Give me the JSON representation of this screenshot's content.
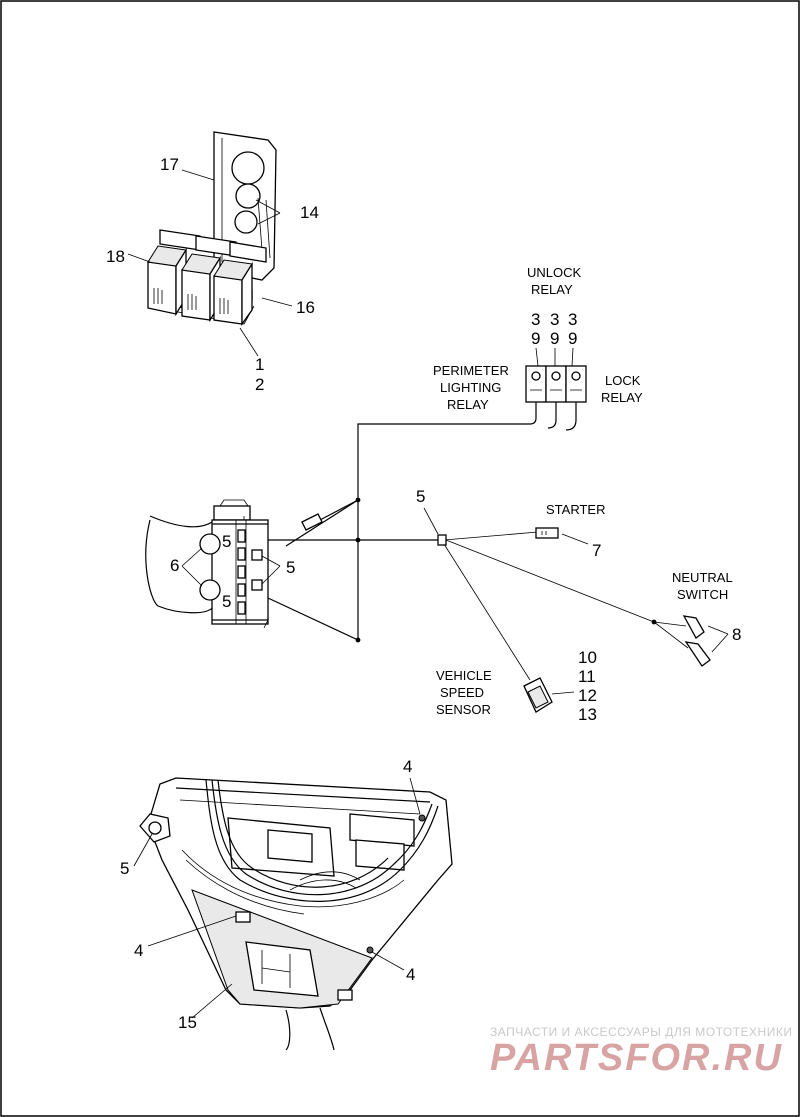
{
  "callouts": {
    "c17": "17",
    "c14": "14",
    "c18": "18",
    "c16": "16",
    "c1": "1",
    "c2": "2",
    "c3a": "3",
    "c9a": "9",
    "c3b": "3",
    "c9b": "9",
    "c3c": "3",
    "c9c": "9",
    "c5_top": "5",
    "c5_left_a": "5",
    "c5_left_b": "5",
    "c5_left_c": "5",
    "c6": "6",
    "c7": "7",
    "c8": "8",
    "c10": "10",
    "c11": "11",
    "c12": "12",
    "c13": "13",
    "c4_top": "4",
    "c5_bottom": "5",
    "c4_left": "4",
    "c4_right": "4",
    "c15": "15"
  },
  "labels": {
    "unlock_relay_1": "UNLOCK",
    "unlock_relay_2": "RELAY",
    "perimeter_1": "PERIMETER",
    "perimeter_2": "LIGHTING",
    "perimeter_3": "RELAY",
    "lock_relay_1": "LOCK",
    "lock_relay_2": "RELAY",
    "starter": "STARTER",
    "neutral_1": "NEUTRAL",
    "neutral_2": "SWITCH",
    "vss_1": "VEHICLE",
    "vss_2": "SPEED",
    "vss_3": "SENSOR"
  },
  "watermark": {
    "tagline": "ЗАПЧАСТИ И АКСЕССУАРЫ ДЛЯ МОТОТЕХНИКИ",
    "logo": "PARTSFOR.RU"
  },
  "colors": {
    "line": "#000000",
    "watermark_logo": "#d8a3a3",
    "watermark_text": "#c9c9c9"
  }
}
